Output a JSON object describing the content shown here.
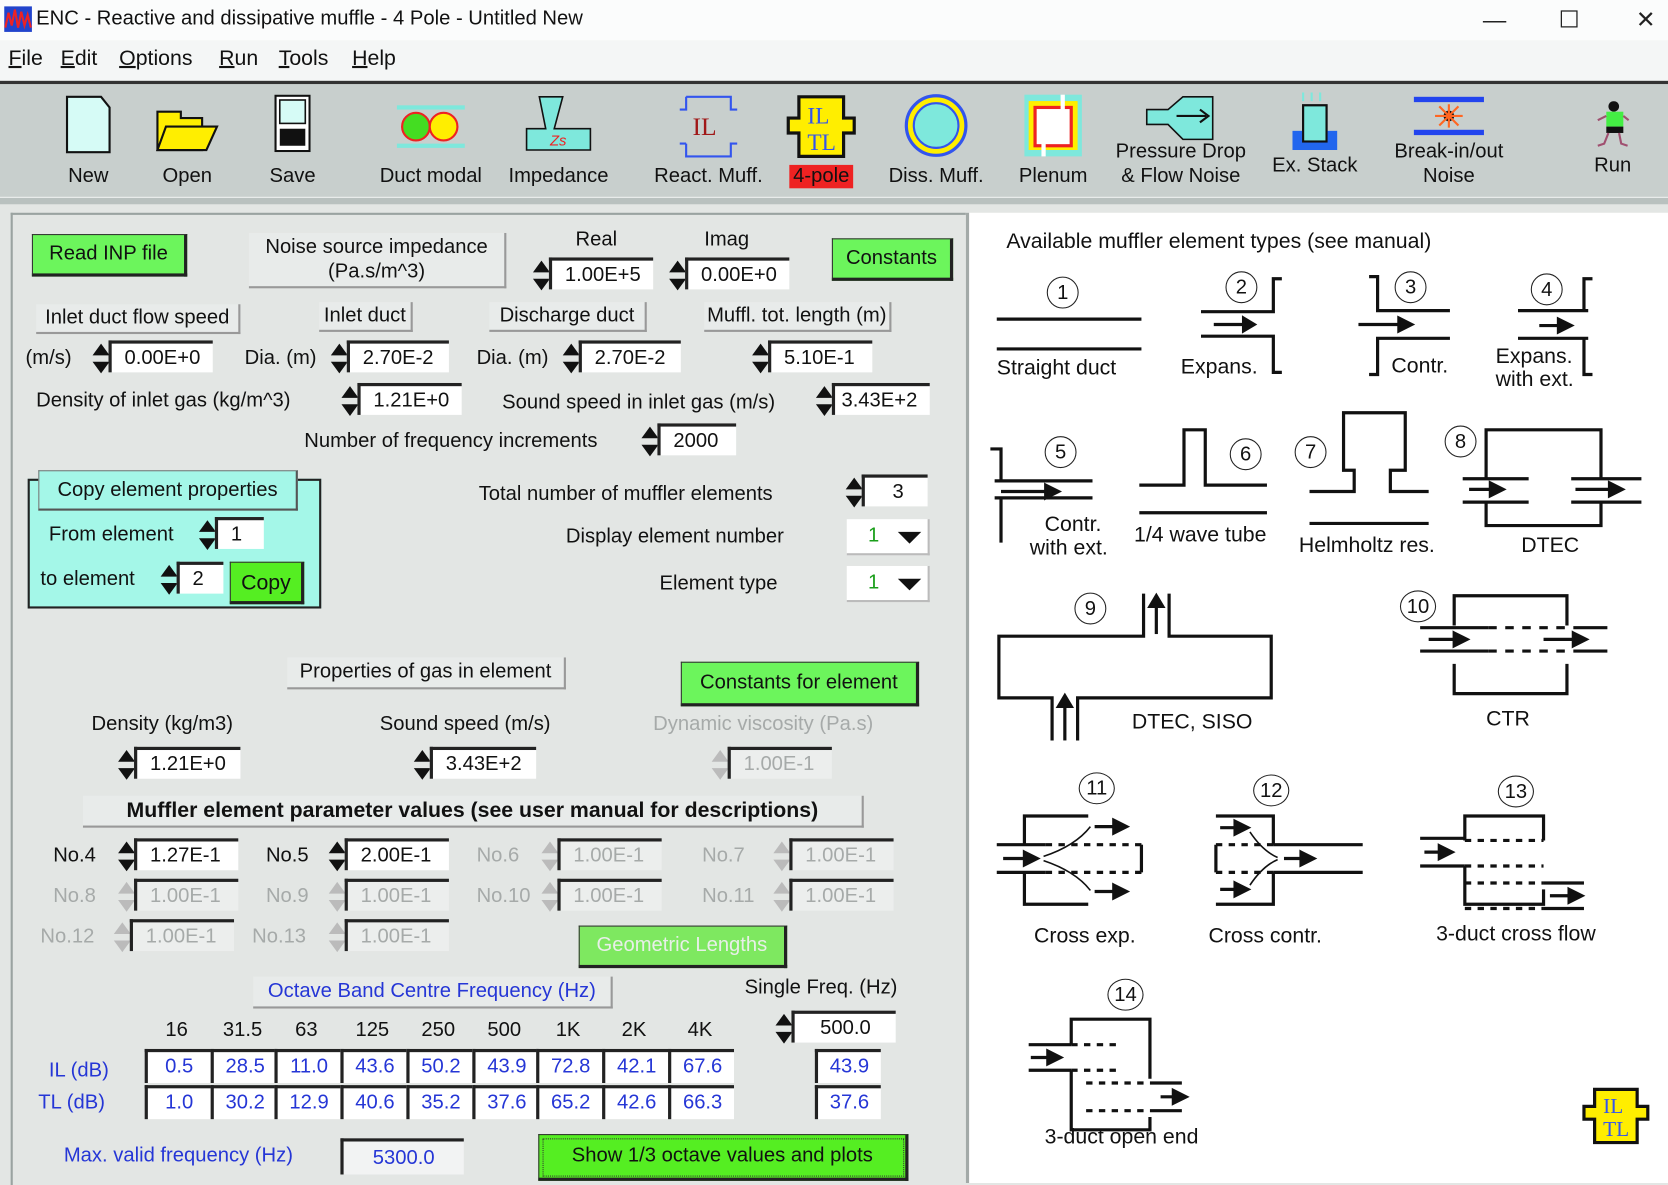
{
  "window": {
    "title": "ENC - Reactive and dissipative muffle - 4 Pole - Untitled New",
    "controls": {
      "minimize": "—",
      "maximize": "☐",
      "close": "✕"
    }
  },
  "menu": [
    {
      "label": "File",
      "accel": "F",
      "rest": "ile"
    },
    {
      "label": "Edit",
      "accel": "E",
      "rest": "dit"
    },
    {
      "label": "Options",
      "accel": "O",
      "rest": "ptions"
    },
    {
      "label": "Run",
      "accel": "R",
      "rest": "un"
    },
    {
      "label": "Tools",
      "accel": "T",
      "rest": "ools"
    },
    {
      "label": "Help",
      "accel": "H",
      "rest": "elp"
    }
  ],
  "toolbar": {
    "new": "New",
    "open": "Open",
    "save": "Save",
    "duct_modal": "Duct modal",
    "impedance": "Impedance",
    "react_muff": "React. Muff.",
    "four_pole": "4-pole",
    "diss_muff": "Diss. Muff.",
    "plenum": "Plenum",
    "pressure_drop_1": "Pressure Drop",
    "pressure_drop_2": "& Flow Noise",
    "ex_stack": "Ex. Stack",
    "break_1": "Break-in/out",
    "break_2": "Noise",
    "run": "Run",
    "icon_il": "IL",
    "icon_tl": "TL",
    "icon_zs": "Zs"
  },
  "inputs": {
    "read_inp": "Read INP file",
    "noise_src_1": "Noise source impedance",
    "noise_src_2": "(Pa.s/m^3)",
    "real_label": "Real",
    "imag_label": "Imag",
    "real": "1.00E+5",
    "imag": "0.00E+0",
    "constants": "Constants",
    "inlet_flow_label": "Inlet duct flow speed",
    "inlet_duct_label": "Inlet duct",
    "discharge_duct_label": "Discharge duct",
    "muffl_len_label": "Muffl. tot. length (m)",
    "ms_unit": "(m/s)",
    "flow_speed": "0.00E+0",
    "dia_label": "Dia. (m)",
    "inlet_dia": "2.70E-2",
    "discharge_dia": "2.70E-2",
    "muffl_len": "5.10E-1",
    "density_label": "Density of inlet gas (kg/m^3)",
    "density": "1.21E+0",
    "sound_speed_label": "Sound speed in inlet gas (m/s)",
    "sound_speed": "3.43E+2",
    "freq_incr_label": "Number of frequency increments",
    "freq_incr": "2000"
  },
  "copy": {
    "title": "Copy element properties",
    "from_label": "From element",
    "from": "1",
    "to_label": "to element",
    "to": "2",
    "button": "Copy"
  },
  "elements": {
    "total_label": "Total number of muffler elements",
    "total": "3",
    "display_label": "Display element number",
    "display": "1",
    "type_label": "Element type",
    "type": "1"
  },
  "gas": {
    "title": "Properties of gas in element",
    "constants_btn": "Constants for element",
    "density_label": "Density (kg/m3)",
    "density": "1.21E+0",
    "speed_label": "Sound speed (m/s)",
    "speed": "3.43E+2",
    "visc_label": "Dynamic viscosity (Pa.s)",
    "visc": "1.00E-1"
  },
  "params": {
    "title": "Muffler element parameter values (see user manual for descriptions)",
    "items": [
      {
        "label": "No.4",
        "value": "1.27E-1",
        "enabled": true
      },
      {
        "label": "No.5",
        "value": "2.00E-1",
        "enabled": true
      },
      {
        "label": "No.6",
        "value": "1.00E-1",
        "enabled": false
      },
      {
        "label": "No.7",
        "value": "1.00E-1",
        "enabled": false
      },
      {
        "label": "No.8",
        "value": "1.00E-1",
        "enabled": false
      },
      {
        "label": "No.9",
        "value": "1.00E-1",
        "enabled": false
      },
      {
        "label": "No.10",
        "value": "1.00E-1",
        "enabled": false
      },
      {
        "label": "No.11",
        "value": "1.00E-1",
        "enabled": false
      },
      {
        "label": "No.12",
        "value": "1.00E-1",
        "enabled": false
      },
      {
        "label": "No.13",
        "value": "1.00E-1",
        "enabled": false
      }
    ],
    "geometric_btn": "Geometric Lengths"
  },
  "results": {
    "octave_title": "Octave Band Centre Frequency (Hz)",
    "single_freq_label": "Single Freq. (Hz)",
    "single_freq": "500.0",
    "freqs": [
      "16",
      "31.5",
      "63",
      "125",
      "250",
      "500",
      "1K",
      "2K",
      "4K"
    ],
    "il_label": "IL (dB)",
    "tl_label": "TL (dB)",
    "il": [
      "0.5",
      "28.5",
      "11.0",
      "43.6",
      "50.2",
      "43.9",
      "72.8",
      "42.1",
      "67.6"
    ],
    "tl": [
      "1.0",
      "30.2",
      "12.9",
      "40.6",
      "35.2",
      "37.6",
      "65.2",
      "42.6",
      "66.3"
    ],
    "il_single": "43.9",
    "tl_single": "37.6",
    "max_freq_label": "Max. valid frequency (Hz)",
    "max_freq": "5300.0",
    "third_octave_btn": "Show 1/3 octave values and plots"
  },
  "element_types": {
    "title": "Available muffler element types (see manual)",
    "items": [
      {
        "n": "1",
        "label": "Straight duct"
      },
      {
        "n": "2",
        "label": "Expans."
      },
      {
        "n": "3",
        "label": "Contr."
      },
      {
        "n": "4",
        "label": "Expans.",
        "label2": "with ext."
      },
      {
        "n": "5",
        "label": "Contr.",
        "label2": "with ext."
      },
      {
        "n": "6",
        "label": "1/4 wave tube"
      },
      {
        "n": "7",
        "label": "Helmholtz res."
      },
      {
        "n": "8",
        "label": "DTEC"
      },
      {
        "n": "9",
        "label": "DTEC, SISO"
      },
      {
        "n": "10",
        "label": "CTR"
      },
      {
        "n": "11",
        "label": "Cross exp."
      },
      {
        "n": "12",
        "label": "Cross contr."
      },
      {
        "n": "13",
        "label": "3-duct cross flow"
      },
      {
        "n": "14",
        "label": "3-duct open end"
      }
    ],
    "logo_il": "IL",
    "logo_tl": "TL"
  },
  "colors": {
    "accent_green": "#6cf55c",
    "highlight_red": "#ee2222",
    "link_blue": "#2536d6",
    "copy_panel": "#a4f7e8"
  }
}
